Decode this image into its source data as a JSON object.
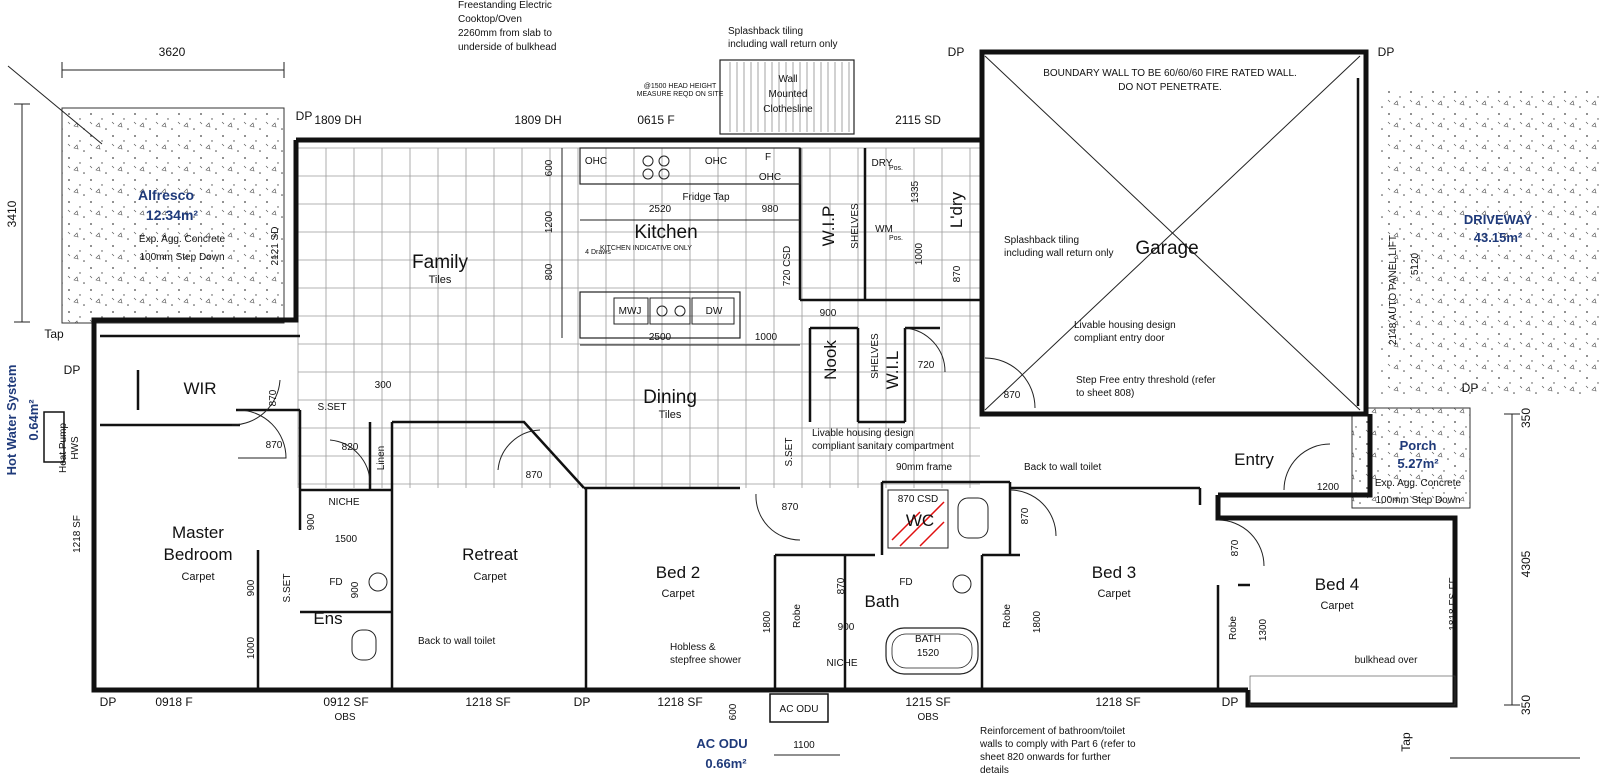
{
  "rooms": {
    "family": {
      "name": "Family",
      "finish": "Tiles"
    },
    "kitchen": {
      "name": "Kitchen",
      "note": "KITCHEN INDICATIVE ONLY"
    },
    "dining": {
      "name": "Dining",
      "finish": "Tiles"
    },
    "garage": {
      "name": "Garage"
    },
    "master": {
      "name1": "Master",
      "name2": "Bedroom",
      "finish": "Carpet"
    },
    "retreat": {
      "name": "Retreat",
      "finish": "Carpet"
    },
    "bed2": {
      "name": "Bed 2",
      "finish": "Carpet"
    },
    "bed3": {
      "name": "Bed 3",
      "finish": "Carpet"
    },
    "bed4": {
      "name": "Bed 4",
      "finish": "Carpet"
    },
    "wir": {
      "name": "WIR"
    },
    "wip": {
      "name": "W.I.P"
    },
    "wil": {
      "name": "W.I.L"
    },
    "nook": {
      "name": "Nook"
    },
    "ldry": {
      "name": "L'dry"
    },
    "entry": {
      "name": "Entry"
    },
    "bath": {
      "name": "Bath"
    },
    "ens": {
      "name": "Ens"
    },
    "wc": {
      "name": "WC"
    },
    "linen": {
      "name": "Linen"
    }
  },
  "outdoor": {
    "alfresco": {
      "name": "Alfresco",
      "area": "12.34m²",
      "line1": "Exp. Agg. Concrete",
      "line2": "100mm Step Down"
    },
    "driveway": {
      "name": "DRIVEWAY",
      "area": "43.15m²"
    },
    "porch": {
      "name": "Porch",
      "area": "5.27m²",
      "line1": "Exp. Agg. Concrete",
      "line2": "100mm Step Down"
    },
    "hws": {
      "line1": "Hot Water System",
      "line2": "0.64m²",
      "label": "Heat Pump",
      "tag": "HWS"
    },
    "acodu": {
      "name": "AC ODU",
      "area": "0.66m²",
      "box": "AC ODU",
      "dim": "1100",
      "dim2": "600"
    }
  },
  "fixtures": {
    "ohc": "OHC",
    "f": "F",
    "mwj": "MWJ",
    "dw": "DW",
    "drawers": "4 Draws",
    "dry": "DRY",
    "pos": "Pos.",
    "wm": "WM",
    "shelves": "SHELVES",
    "fd": "FD",
    "niche": "NICHE",
    "robe": "Robe",
    "bath_tub": "BATH",
    "bath_len": "1520",
    "clothesline": [
      "Wall",
      "Mounted",
      "Clothesline"
    ],
    "sset": "S.SET"
  },
  "notes": {
    "cooktop": [
      "Freestanding Electric",
      "Cooktop/Oven"
    ],
    "bulkhead": [
      "2260mm from slab to",
      "underside of bulkhead"
    ],
    "splash1": [
      "Splashback tiling",
      "including wall return only"
    ],
    "splash2": [
      "Splashback tiling",
      "including wall return only"
    ],
    "headheight": [
      "@1500 HEAD HEIGHT",
      "MEASURE REQD ON SITE"
    ],
    "fridge": "Fridge Tap",
    "boundary": [
      "BOUNDARY WALL TO BE 60/60/60 FIRE RATED WALL.",
      "DO NOT PENETRATE."
    ],
    "livable_door": [
      "Livable housing design",
      "compliant entry door"
    ],
    "stepfree": [
      "Step Free entry threshold (refer",
      "to sheet 808)"
    ],
    "livable_wc": [
      "Livable housing design",
      "compliant sanitary compartment"
    ],
    "frame90": "90mm frame",
    "btw1": "Back to wall toilet",
    "btw2": "Back to wall toilet",
    "hobless": [
      "Hobless &",
      "stepfree shower"
    ],
    "bulkhead_over": "bulkhead over",
    "reinforce": [
      "Reinforcement of bathroom/toilet",
      "walls to comply with Part 6 (refer to",
      "sheet 820 onwards for further",
      "details"
    ],
    "autopanel": "2148 AUTO PANEL LIFT",
    "tap": "Tap",
    "dp": "DP",
    "obs": "OBS",
    "edge350": "350"
  },
  "windows": {
    "w1": "1809 DH",
    "w2": "1809 DH",
    "w3": "0615 F",
    "w4": "2115 SD",
    "w5": "2121 SD",
    "w6": "1218 SF",
    "w7": "0918 F",
    "w8": "0912 SF",
    "w9": "1218 SF",
    "w10": "1218 SF",
    "w11": "1215 SF",
    "w12": "1218 SF",
    "w13": "1818 FS-FF",
    "w14": "720 CSD",
    "w15": "870 CSD"
  },
  "dims": {
    "d3620": "3620",
    "d3410": "3410",
    "d600": "600",
    "d1200": "1200",
    "d800": "800",
    "d2520": "2520",
    "d980": "980",
    "d2500": "2500",
    "d1000": "1000",
    "d900": "900",
    "d720": "720",
    "d870": "870",
    "d820": "820",
    "d300": "300",
    "d1500": "1500",
    "d1335": "1335",
    "d5120": "5120",
    "d350": "350",
    "d4305": "4305",
    "d1200b": "1200",
    "d1800": "1800",
    "d1300": "1300",
    "d1000b": "1000"
  }
}
